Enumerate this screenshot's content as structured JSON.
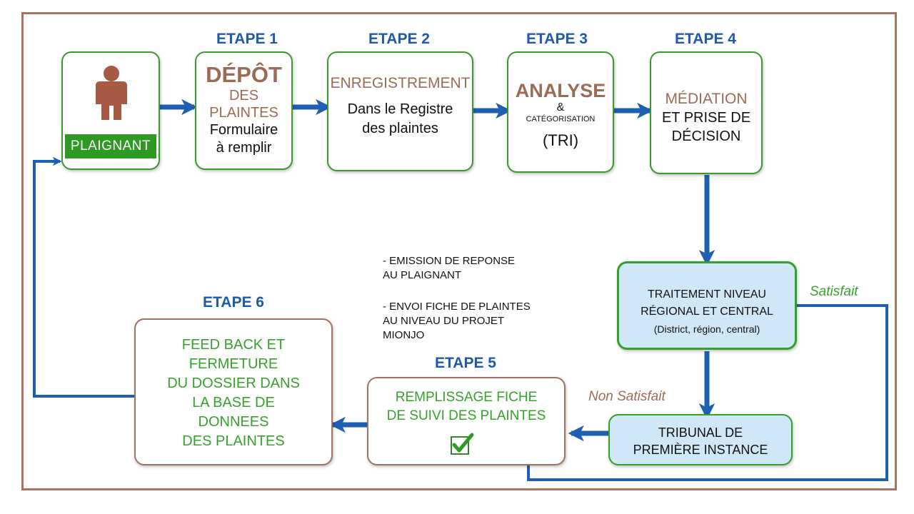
{
  "steps": {
    "s1": "ETAPE 1",
    "s2": "ETAPE 2",
    "s3": "ETAPE 3",
    "s4": "ETAPE 4",
    "s5": "ETAPE 5",
    "s6": "ETAPE 6"
  },
  "plaignant": {
    "label": "PLAIGNANT"
  },
  "depot": {
    "l1": "DÉPÔT",
    "l2": "DES",
    "l3": "PLAINTES",
    "l4": "Formulaire",
    "l5": "à remplir"
  },
  "enregistrement": {
    "title": "ENREGISTREMENT",
    "l1": "Dans le Registre",
    "l2": "des plaintes"
  },
  "analyse": {
    "title": "ANALYSE",
    "amp": "&",
    "sub": "CATÉGORISATION",
    "tri": "(TRI)"
  },
  "mediation": {
    "l1": "MÉDIATION",
    "l2": "ET PRISE DE",
    "l3": "DÉCISION"
  },
  "traitement": {
    "l1": "TRAITEMENT NIVEAU",
    "l2": "RÉGIONAL ET CENTRAL",
    "l3": "(District, région, central)"
  },
  "tribunal": {
    "l1": "TRIBUNAL DE",
    "l2": "PREMIÈRE INSTANCE"
  },
  "remplissage": {
    "l1": "REMPLISSAGE FICHE",
    "l2": "DE SUIVI DES PLAINTES"
  },
  "feedback": {
    "l1": "FEED BACK ET",
    "l2": "FERMETURE",
    "l3": "DU DOSSIER DANS",
    "l4": "LA BASE DE",
    "l5": "DONNEES",
    "l6": "DES PLAINTES"
  },
  "notes": {
    "n1a": "- EMISSION DE REPONSE",
    "n1b": "AU PLAIGNANT",
    "n2a": "- ENVOI FICHE DE PLAINTES",
    "n2b": "AU NIVEAU DU PROJET",
    "n2c": "MIONJO"
  },
  "labels": {
    "satisfait": "Satisfait",
    "non_satisfait": "Non Satisfait"
  },
  "icons": {
    "person": "person-icon",
    "check": "checkbox-checked-icon"
  },
  "colors": {
    "arrow": "#1e5fb4",
    "step": "#1e5aa8",
    "brown": "#9c6b55",
    "green": "#34a32a",
    "blue_fill": "#cfe7f6",
    "frame": "#a8745f"
  }
}
